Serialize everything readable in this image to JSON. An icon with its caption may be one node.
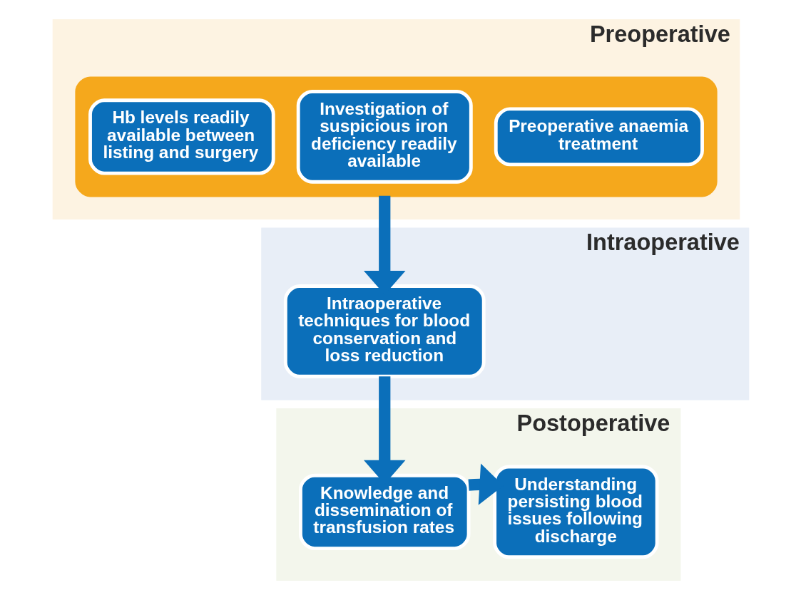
{
  "diagram": {
    "nodes": [
      {
        "text": [
          "Preoperative"
        ]
      },
      {
        "text": [],
        "shape": "box",
        "in": 0
      },
      {
        "text": [
          "Hb levels readily available between listing and surgery"
        ],
        "in": 1
      },
      {
        "text": [
          "Investigation of suspicious iron deficiency readily available"
        ],
        "in": 1
      },
      {
        "text": [
          "Preoperative anaemia treatment"
        ],
        "in": 1
      },
      {
        "text": [
          "Intraoperative"
        ]
      },
      {
        "text": [
          "Intraoperative techniques for blood conservation and loss reduction"
        ],
        "in": 5
      },
      {
        "text": [
          "Postoperative"
        ]
      },
      {
        "text": [
          "Knowledge and dissemination of transfusion rates"
        ],
        "in": 7
      },
      {
        "text": [
          "Understanding persisting blood issues following discharge"
        ],
        "in": 7
      }
    ],
    "edges": [
      {
        "from": 1,
        "to": 6,
        "arrow": "to"
      },
      {
        "from": 6,
        "to": 8,
        "arrow": "to"
      },
      {
        "from": 8,
        "to": 9,
        "arrow": "to"
      }
    ]
  }
}
